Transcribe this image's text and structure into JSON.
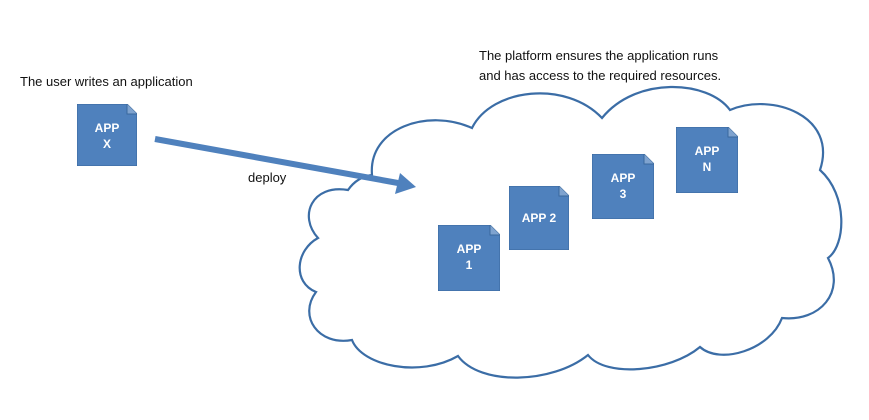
{
  "captions": {
    "user": "The user writes an application",
    "platform_line1": "The platform ensures the application runs",
    "platform_line2": "and has access to the required resources."
  },
  "arrow": {
    "label": "deploy"
  },
  "apps": {
    "user_app": {
      "line1": "APP",
      "line2": "X"
    },
    "app1": {
      "line1": "APP",
      "line2": "1"
    },
    "app2": {
      "line1": "APP 2",
      "line2": ""
    },
    "app3": {
      "line1": "APP",
      "line2": "3"
    },
    "appN": {
      "line1": "APP",
      "line2": "N"
    }
  },
  "colors": {
    "doc_fill": "#4f81bd",
    "doc_stroke": "#3a689d",
    "cloud_stroke": "#3b6da6",
    "arrow": "#4f81bd"
  }
}
